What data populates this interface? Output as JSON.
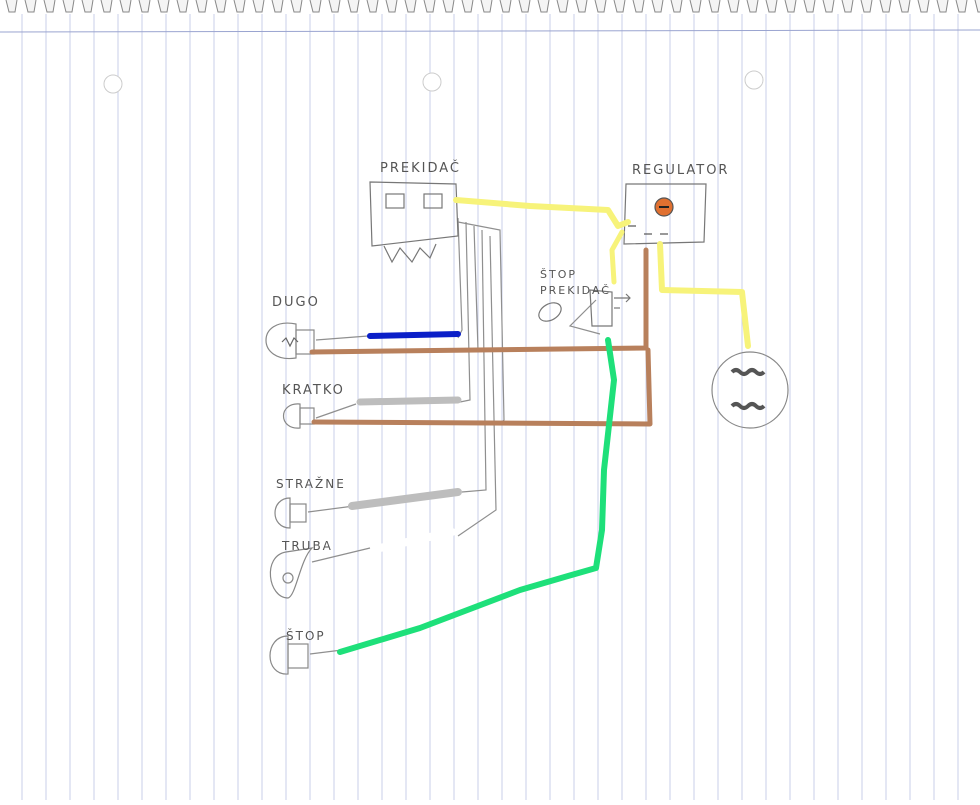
{
  "labels": {
    "switch": "PREKIDAČ",
    "regulator": "REGULATOR",
    "stop_switch": [
      "ŠTOP",
      "PREKIDAČ"
    ],
    "dugo": "DUGO",
    "kratko": "KRATKO",
    "strazne": "STRAŽNE",
    "truba": "TRUBA",
    "stop": "ŠTOP"
  },
  "wire_colors": {
    "yellow": "#f7f37a",
    "brown": "#b8805c",
    "green": "#1ee07a",
    "blue": "#0a1fc8",
    "gray": "#bdbdbd",
    "white": "#ffffff"
  },
  "paper": {
    "rule_color": "#c9cfe8",
    "margin_color": "#9aa4d0",
    "binding": "spiral-top"
  }
}
